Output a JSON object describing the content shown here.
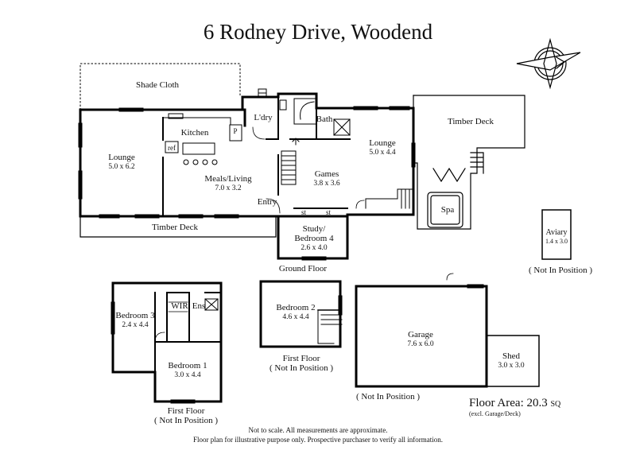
{
  "title": "6 Rodney Drive, Woodend",
  "compass": {
    "icon": "compass-north-icon"
  },
  "rooms": {
    "shade_cloth": {
      "name": "Shade Cloth"
    },
    "laundry": {
      "name": "L'dry"
    },
    "bath": {
      "name": "Bath"
    },
    "kitchen": {
      "name": "Kitchen"
    },
    "lounge1": {
      "name": "Lounge",
      "dim": "5.0 x 6.2"
    },
    "meals": {
      "name": "Meals/Living",
      "dim": "7.0 x 3.2"
    },
    "games": {
      "name": "Games",
      "dim": "3.8 x 3.6"
    },
    "lounge2": {
      "name": "Lounge",
      "dim": "5.0 x 4.4"
    },
    "timber_deck_right": {
      "name": "Timber Deck"
    },
    "spa": {
      "name": "Spa"
    },
    "entry": {
      "name": "Entry"
    },
    "timber_deck_front": {
      "name": "Timber Deck"
    },
    "study": {
      "name": "Study/",
      "name2": "Bedroom 4",
      "dim": "2.6 x 4.0"
    },
    "aviary": {
      "name": "Aviary",
      "dim": "1.4 x 3.0"
    },
    "bedroom3": {
      "name": "Bedroom 3",
      "dim": "2.4 x 4.4"
    },
    "wir": {
      "name": "WIR"
    },
    "ens": {
      "name": "Ens"
    },
    "bedroom1": {
      "name": "Bedroom 1",
      "dim": "3.0 x 4.4"
    },
    "bedroom2": {
      "name": "Bedroom 2",
      "dim": "4.6 x 4.4"
    },
    "garage": {
      "name": "Garage",
      "dim": "7.6 x 6.0"
    },
    "shed": {
      "name": "Shed",
      "dim": "3.0 x 3.0"
    }
  },
  "fixtures": {
    "ref": "ref",
    "pantry": "P",
    "st1": "st",
    "st2": "st"
  },
  "captions": {
    "ground_floor": "Ground Floor",
    "aviary_not_in_position": "( Not In Position )",
    "first_floor_2": "First Floor",
    "first_floor_2_sub": "( Not In Position )",
    "first_floor_1": "First Floor",
    "first_floor_1_sub": "( Not In Position )",
    "garage_not_in_position": "( Not In Position )"
  },
  "floor_area": {
    "label": "Floor Area: 20.3",
    "unit": "SQ",
    "note": "(excl. Garage/Deck)"
  },
  "disclaimer": {
    "line1": "Not to scale. All measurements are approximate.",
    "line2": "Floor plan for illustrative purpose only. Prospective purchaser to verify all information."
  }
}
